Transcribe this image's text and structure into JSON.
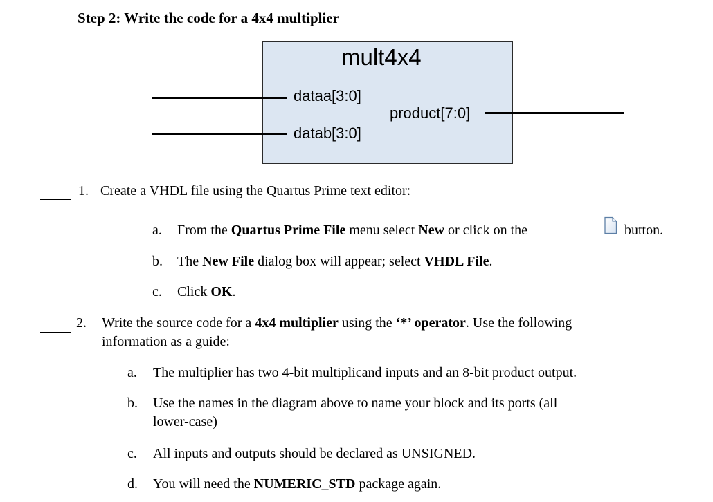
{
  "heading": "Step 2: Write the code for a 4x4 multiplier",
  "diagram": {
    "block_name": "mult4x4",
    "inputs": [
      "dataa[3:0]",
      "datab[3:0]"
    ],
    "output": "product[7:0]",
    "fill_color": "#dce6f2"
  },
  "task1": {
    "number": "1.",
    "text": "Create a VHDL file using the Quartus Prime text editor:",
    "items": {
      "a": {
        "marker": "a.",
        "t1": "From the ",
        "b1": "Quartus Prime File",
        "t2": " menu select ",
        "b2": "New",
        "t3": " or click on the",
        "icon": "new-file-icon",
        "t4": "button."
      },
      "b": {
        "marker": "b.",
        "t1": "The ",
        "b1": "New File",
        "t2": " dialog box will appear; select ",
        "b2": "VHDL File",
        "t3": "."
      },
      "c": {
        "marker": "c.",
        "t1": "Click ",
        "b1": "OK",
        "t2": "."
      }
    }
  },
  "task2": {
    "number": "2.",
    "line1": {
      "t1": "Write the source code for a ",
      "b1": "4x4 multiplier",
      "t2": " using the ",
      "b2": "‘*’ operator",
      "t3": ".  Use the following"
    },
    "line2": "information as a guide:",
    "items": {
      "a": {
        "marker": "a.",
        "text": "The multiplier has two 4-bit multiplicand inputs and an 8-bit product output."
      },
      "b": {
        "marker": "b.",
        "line1": "Use the names in the diagram above to name your block and its ports (all",
        "line2": "lower-case)"
      },
      "c": {
        "marker": "c.",
        "text": "All inputs and outputs should be declared as UNSIGNED."
      },
      "d": {
        "marker": "d.",
        "t1": "You will need the ",
        "b1": "NUMERIC_STD",
        "t2": " package again."
      }
    }
  }
}
